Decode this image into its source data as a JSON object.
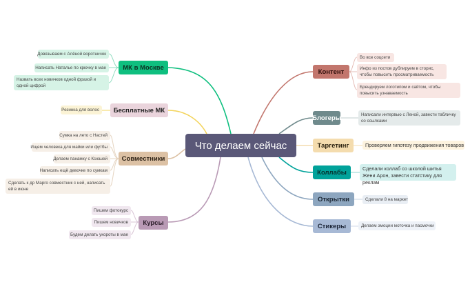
{
  "central": "Что делаем сейчас",
  "colors": {
    "central": "#5a5878",
    "mk_moscow": "#0fbf7f",
    "free_mk": "#ead4dc",
    "partners": "#dcc1a4",
    "courses": "#b99ab5",
    "content": "#c2766d",
    "bloggers": "#6f8a8c",
    "targeting": "#f4dcae",
    "collabs": "#00a29a",
    "postcards": "#8da6bf",
    "stickers": "#a7b9d5"
  },
  "left": {
    "mk_moscow": {
      "label": "МК в Москве",
      "items": [
        "Довязываем с Алёной воротничок",
        "Написать Наталье по крючку в мае",
        "Назвать всех новичков одной фразой и одной цифрой"
      ]
    },
    "free_mk": {
      "label": "Бесплатные МК",
      "items": [
        "Резинка для волос"
      ]
    },
    "partners": {
      "label": "Совместники",
      "items": [
        "Сумка на лето с Настей",
        "Ищем человека для майки или футбы",
        "Делаем панамку с Ксюшей",
        "Написать ещё девочке по сумкам",
        "Сделать к др Марго совместник с ней, написать ей в июне"
      ]
    },
    "courses": {
      "label": "Курсы",
      "items": [
        "Пишем фотокурс",
        "Пишем новичков",
        "Будем делать укороты в мае"
      ]
    }
  },
  "right": {
    "content": {
      "label": "Контент",
      "items": [
        "Во все соцсети",
        "Инфо из постов дублируем в сторис, чтобы повысить просматриваемость",
        "Брендируем логотипом и сайтом, чтобы повысить узнаваемость"
      ]
    },
    "bloggers": {
      "label": "Блогеры",
      "items": [
        "Написали интервью с Леной, завести табличку со ссылками"
      ]
    },
    "targeting": {
      "label": "Таргетинг",
      "items": [
        "Проверяем гипотезу продвижения товаров"
      ]
    },
    "collabs": {
      "label": "Коллабы",
      "items": [
        "Сделали коллаб со школой шитья Жени Арон, завести статстику для реклам"
      ]
    },
    "postcards": {
      "label": "Открытки",
      "items": [
        "Сделали 8 на маркет"
      ]
    },
    "stickers": {
      "label": "Стикеры",
      "items": [
        "Делаем эмоции моточка и пасмочки"
      ]
    }
  }
}
